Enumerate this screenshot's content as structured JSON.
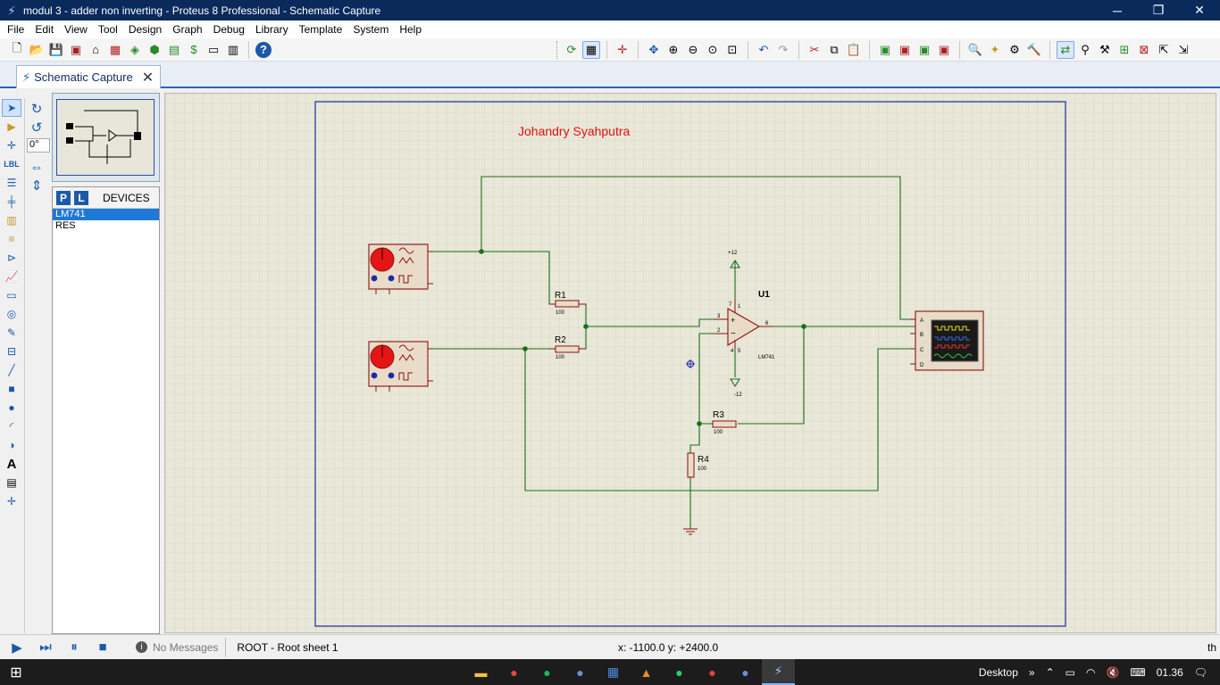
{
  "window": {
    "title": "modul 3 - adder non inverting - Proteus 8 Professional - Schematic Capture",
    "minimize_glyph": "─",
    "maximize_glyph": "❐",
    "close_glyph": "✕"
  },
  "menu": [
    "File",
    "Edit",
    "View",
    "Tool",
    "Design",
    "Graph",
    "Debug",
    "Library",
    "Template",
    "System",
    "Help"
  ],
  "tab": {
    "label": "Schematic Capture",
    "close_glyph": "✕"
  },
  "rotate": {
    "angle": "0°"
  },
  "devices": {
    "p_label": "P",
    "l_label": "L",
    "title": "DEVICES",
    "items": [
      "LM741",
      "RES"
    ],
    "selected_index": 0
  },
  "schematic": {
    "author_label": "Johandry Syahputra",
    "components": {
      "r1": {
        "name": "R1",
        "value": "100"
      },
      "r2": {
        "name": "R2",
        "value": "100"
      },
      "r3": {
        "name": "R3",
        "value": "100"
      },
      "r4": {
        "name": "R4",
        "value": "100"
      },
      "u1": {
        "name": "U1",
        "part": "LM741",
        "pin_plus": "3",
        "pin_minus": "2",
        "pin_out": "6",
        "pin_v_top": "7",
        "pin_v_bot": "4",
        "pin_a": "1",
        "pin_b": "5"
      },
      "vplus": {
        "label": "+12"
      },
      "vminus": {
        "label": "-12"
      },
      "scope": {
        "ch_a": "A",
        "ch_b": "B",
        "ch_c": "C",
        "ch_d": "D"
      }
    },
    "colors": {
      "wire": "#1b6e1b",
      "component": "#8b1010",
      "label_red": "#e01010",
      "border": "#1a2aa8",
      "grid": "#c8c6b6"
    }
  },
  "status": {
    "message": "No Messages",
    "sheet": "ROOT - Root sheet 1",
    "coords": "x:    -1100.0  y:     +2400.0",
    "units": "th"
  },
  "taskbar": {
    "desktop_label": "Desktop",
    "time": "01.36"
  }
}
